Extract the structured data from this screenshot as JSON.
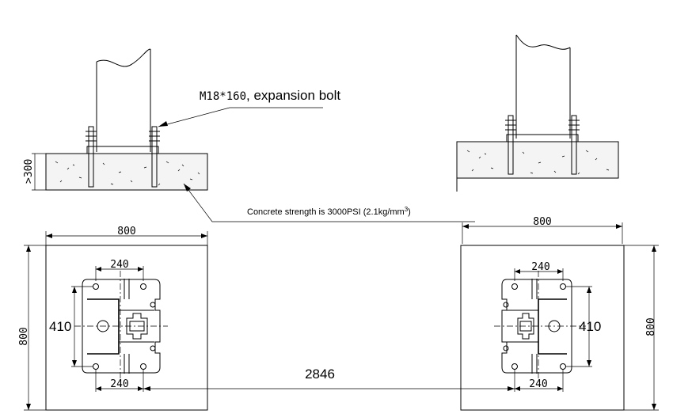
{
  "annotations": {
    "bolt_spec": "M18*160",
    "bolt_desc": ", expansion bolt",
    "concrete_note": "Concrete strength is 3000PSI (2.1kg/mm",
    "concrete_unit_sup": "3",
    "concrete_close": ")",
    "depth": ">300"
  },
  "dimensions": {
    "left_width": "800",
    "left_height": "800",
    "left_plate_span": "410",
    "left_top_bolt": "240",
    "left_bottom_bolt": "240",
    "right_width": "800",
    "right_height": "800",
    "right_plate_span": "410",
    "right_top_bolt": "240",
    "right_bottom_bolt": "240",
    "center_distance": "2846"
  }
}
